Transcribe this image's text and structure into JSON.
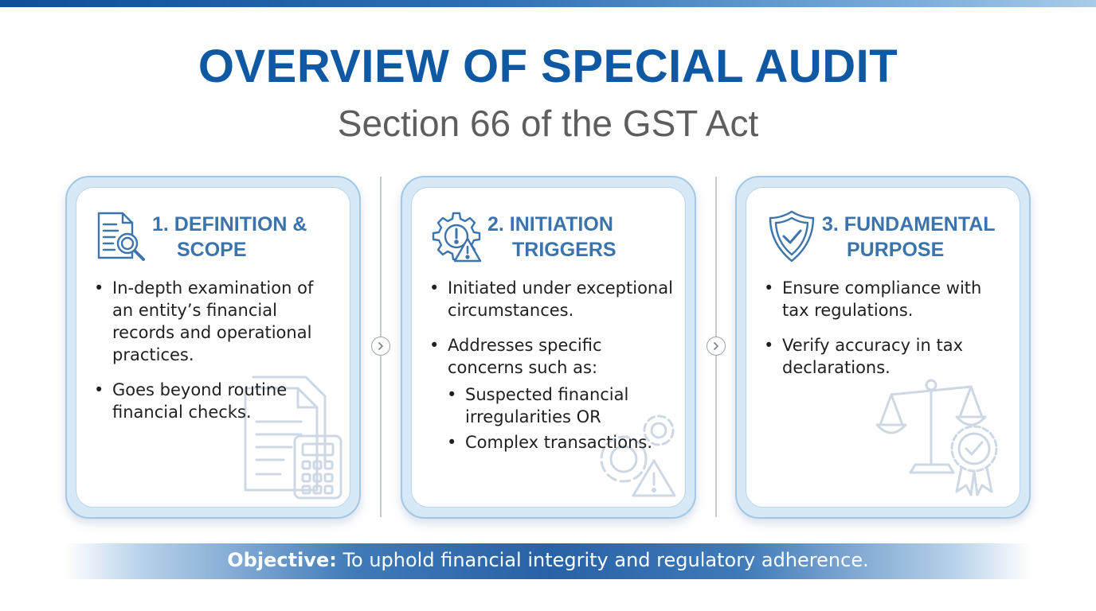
{
  "title": "OVERVIEW OF SPECIAL AUDIT",
  "subtitle": "Section 66 of the GST Act",
  "cards": [
    {
      "title_line1": "1. DEFINITION &",
      "title_line2": "SCOPE",
      "icon": "document-magnifier-icon",
      "bullets": [
        "In-depth examination of an entity’s financial records and operational practices.",
        "Goes beyond routine financial checks."
      ],
      "watermark_icon": "document-calculator-icon"
    },
    {
      "title_line1": "2. INITIATION",
      "title_line2": "TRIGGERS",
      "icon": "gear-warning-icon",
      "bullets": [
        "Initiated under exceptional circumstances.",
        "Addresses specific concerns such as:"
      ],
      "sub_bullets": [
        "Suspected financial irregularities OR",
        "Complex transactions."
      ],
      "watermark_icon": "gears-warning-icon"
    },
    {
      "title_line1": "3. FUNDAMENTAL",
      "title_line2": "PURPOSE",
      "icon": "shield-check-icon",
      "bullets": [
        "Ensure compliance with tax regulations.",
        "Verify accuracy in tax declarations."
      ],
      "watermark_icon": "scales-badge-icon"
    }
  ],
  "objective": {
    "label": "Objective:",
    "text": " To uphold financial integrity and regulatory adherence."
  },
  "colors": {
    "title": "#0f58a3",
    "subtitle": "#5e5e5e",
    "card_heading": "#3b74ad",
    "icon": "#3d74ae",
    "band": "#2762a6"
  }
}
